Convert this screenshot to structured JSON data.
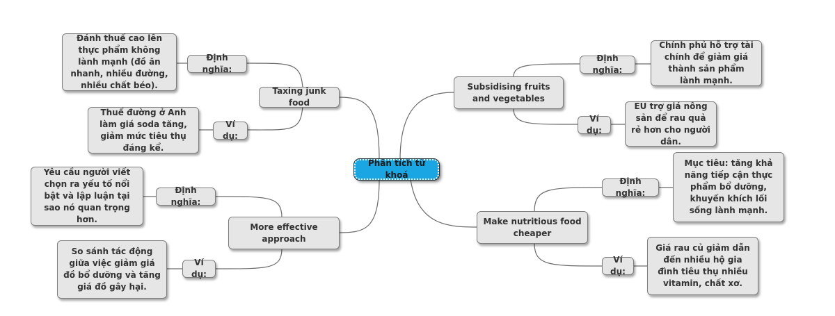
{
  "central": {
    "text": "Phân tích từ khoá"
  },
  "branches": [
    {
      "title": "Taxing junk food",
      "definition_label": "Định nghĩa:",
      "definition": "Đánh thuế cao lên thực phẩm không lành mạnh (đồ ăn nhanh, nhiều đường, nhiều chất béo).",
      "example_label": "Ví dụ:",
      "example": "Thuế đường ở Anh làm giá soda tăng, giảm mức tiêu thụ đáng kể."
    },
    {
      "title": "More effective approach",
      "definition_label": "Định nghĩa:",
      "definition": "Yêu cầu người viết chọn ra yếu tố nổi bật và lập luận tại sao nó quan trọng hơn.",
      "example_label": "Ví dụ:",
      "example": "So sánh tác động giữa việc giảm giá đồ bổ dưỡng và tăng giá đồ gây hại."
    },
    {
      "title": "Subsidising fruits and vegetables",
      "definition_label": "Định nghĩa:",
      "definition": "Chính phủ hỗ trợ tài chính để giảm giá thành sản phẩm lành mạnh.",
      "example_label": "Ví dụ:",
      "example": "EU trợ giá nông sản để rau quả rẻ hơn cho người dân."
    },
    {
      "title": "Make nutritious food cheaper",
      "definition_label": "Định nghĩa:",
      "definition": "Mục tiêu: tăng khả năng tiếp cận thực phẩm bổ dưỡng, khuyến khích lối sống lành mạnh.",
      "example_label": "Ví dụ:",
      "example": "Giá rau củ giảm dẫn đến nhiều hộ gia đình tiêu thụ nhiều vitamin, chất xơ."
    }
  ]
}
